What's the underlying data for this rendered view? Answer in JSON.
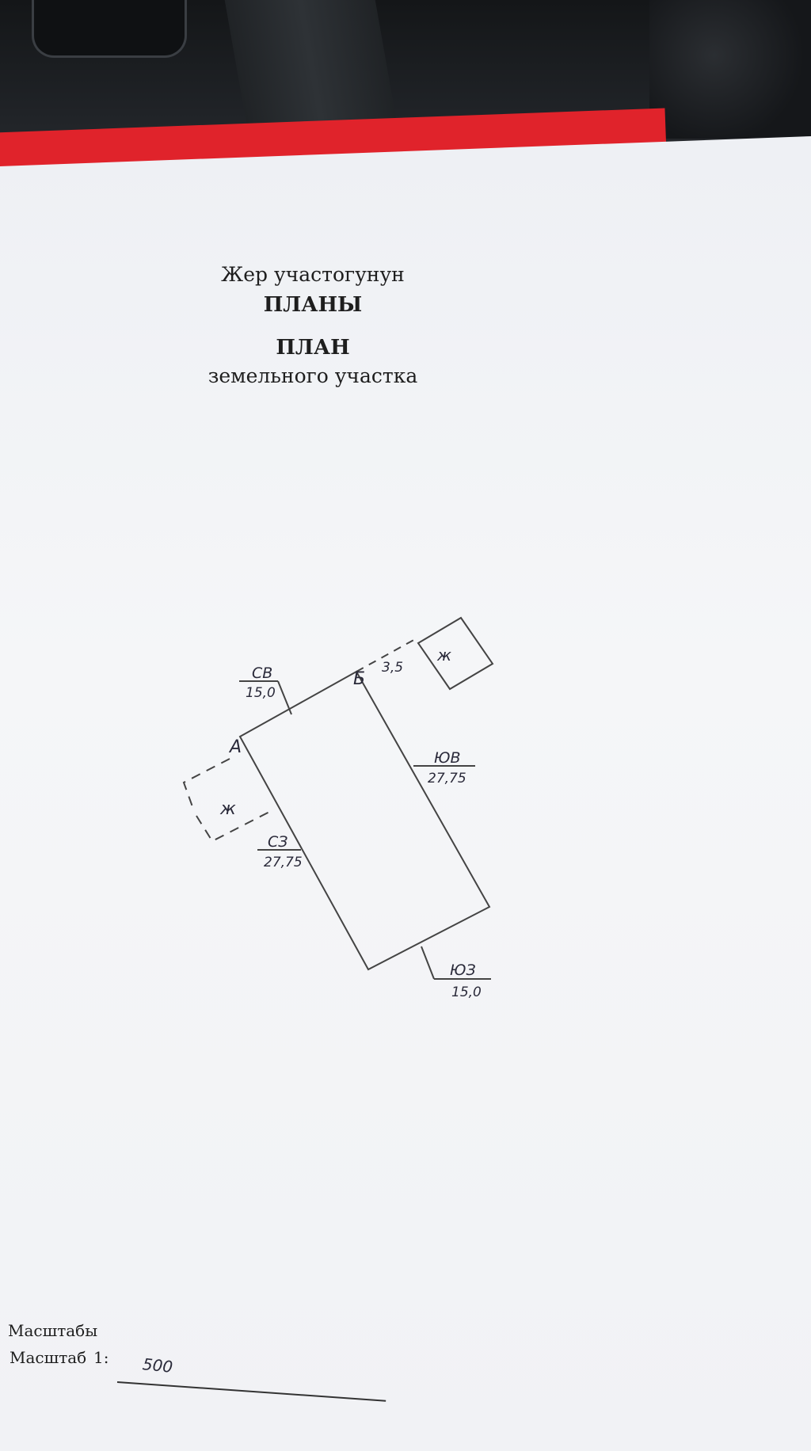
{
  "header": {
    "title_kyrgyz_line1": "Жер участогунун",
    "title_kyrgyz_line2": "ПЛАНЫ",
    "title_russian_line1": "ПЛАН",
    "title_russian_line2": "земельного участка"
  },
  "plan": {
    "point_a": "A",
    "point_b": "Б",
    "sides": {
      "ne": {
        "direction": "СВ",
        "length": "15,0"
      },
      "se": {
        "direction": "ЮВ",
        "length": "27,75"
      },
      "nw": {
        "direction": "СЗ",
        "length": "27,75"
      },
      "sw": {
        "direction": "ЮЗ",
        "length": "15,0"
      }
    },
    "offset_distance": "3,5",
    "building_label_right": "ж",
    "building_label_left": "ж"
  },
  "footer": {
    "scale_kyrgyz": "Масштабы",
    "scale_russian": "Масштаб",
    "scale_prefix": "1:",
    "scale_value": "500"
  }
}
